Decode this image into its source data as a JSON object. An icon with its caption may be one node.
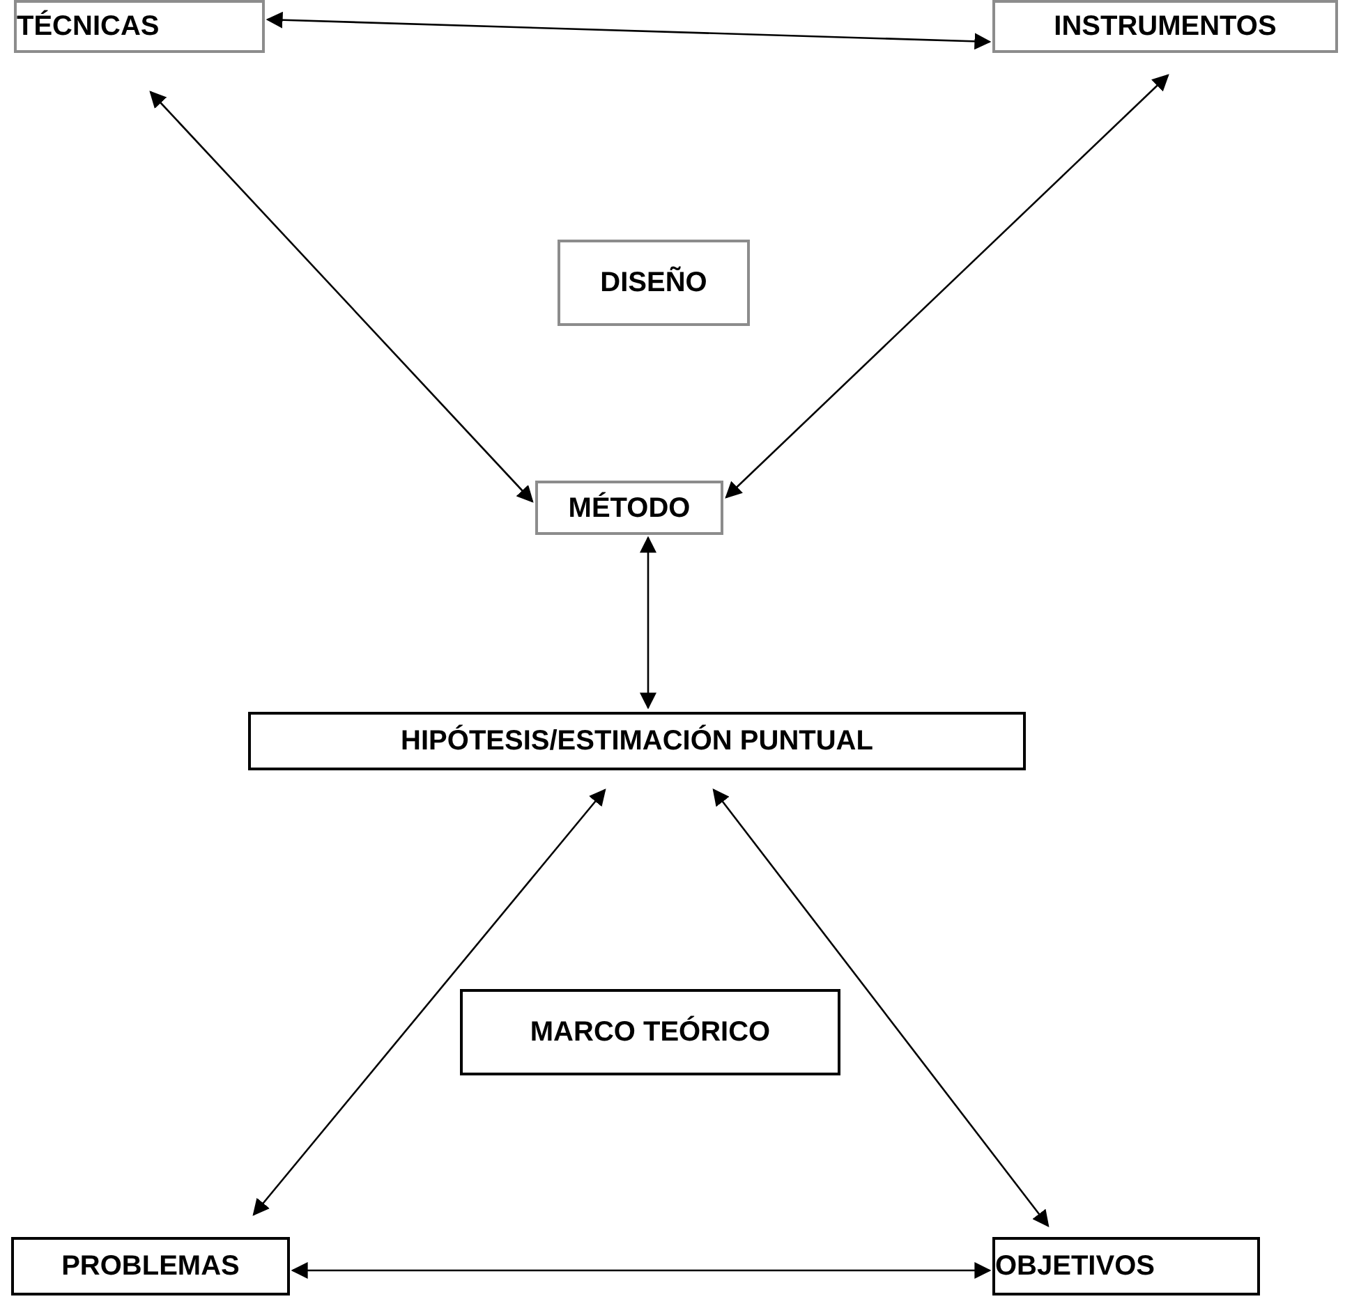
{
  "diagram": {
    "nodes": [
      {
        "text": [
          "TÉCNICAS"
        ]
      },
      {
        "text": [
          "INSTRUMENTOS"
        ]
      },
      {
        "text": [
          "DISEÑO"
        ]
      },
      {
        "text": [
          "MÉTODO"
        ]
      },
      {
        "text": [
          "HIPÓTESIS/ESTIMACIÓN PUNTUAL"
        ]
      },
      {
        "text": [
          "MARCO TEÓRICO"
        ]
      },
      {
        "text": [
          "PROBLEMAS"
        ]
      },
      {
        "text": [
          "OBJETIVOS"
        ]
      }
    ],
    "edges": [
      {
        "from": 0,
        "to": 1,
        "arrow": "both"
      },
      {
        "from": 0,
        "to": 3,
        "arrow": "both"
      },
      {
        "from": 1,
        "to": 3,
        "arrow": "both"
      },
      {
        "from": 3,
        "to": 4,
        "arrow": "both"
      },
      {
        "from": 4,
        "to": 6,
        "arrow": "both"
      },
      {
        "from": 4,
        "to": 7,
        "arrow": "both"
      },
      {
        "from": 6,
        "to": 7,
        "arrow": "both"
      }
    ]
  }
}
